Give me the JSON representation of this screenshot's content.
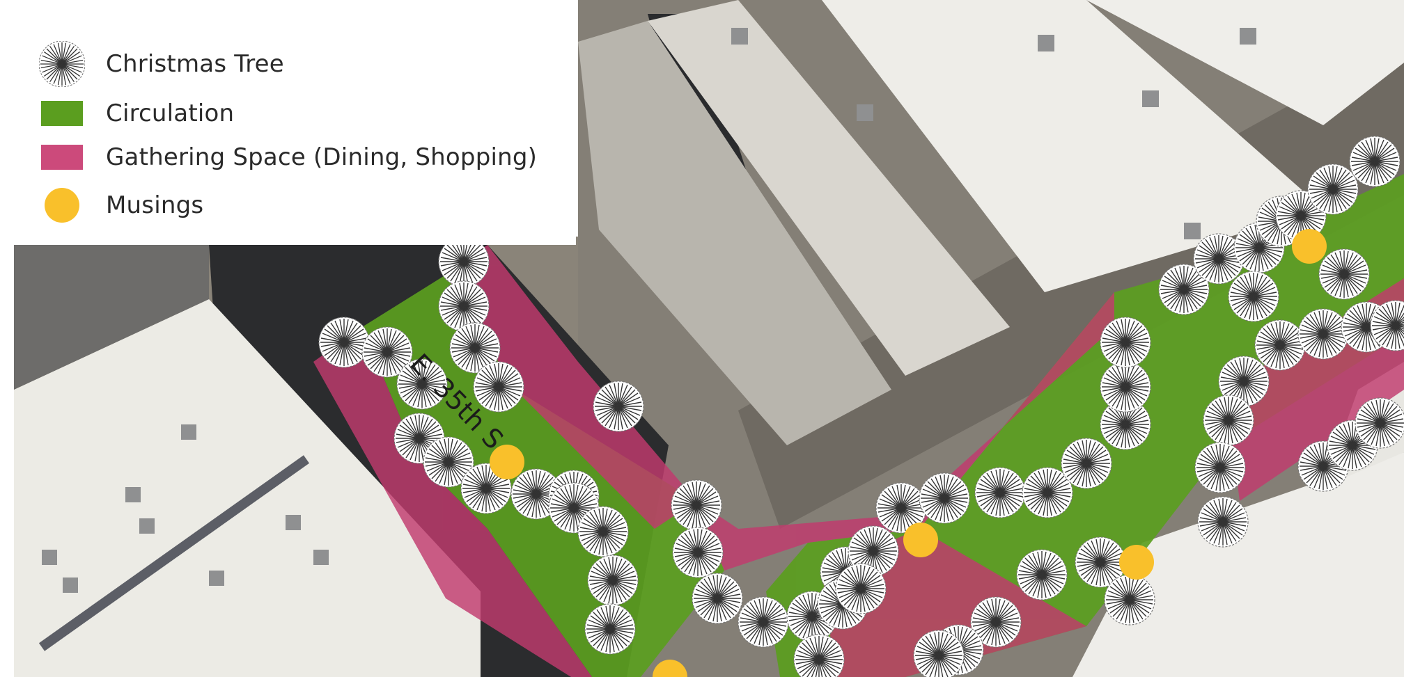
{
  "legend": {
    "items": [
      {
        "label": "Christmas Tree",
        "symbol": "tree-icon"
      },
      {
        "label": "Circulation",
        "symbol": "green-square",
        "color": "#5b9e1f"
      },
      {
        "label": "Gathering Space (Dining, Shopping)",
        "symbol": "pink-square",
        "color": "#cc4a7b"
      },
      {
        "label": "Musings",
        "symbol": "yellow-circle",
        "color": "#f9c02b"
      }
    ]
  },
  "map": {
    "street_label": "E. 35th S",
    "colors": {
      "circulation": "#5b9e1f",
      "gathering": "#c13a6e",
      "musings": "#f9c02b",
      "roof": "#ebe9e2",
      "asphalt": "#2b2c2e",
      "ground": "#8a8479"
    }
  }
}
